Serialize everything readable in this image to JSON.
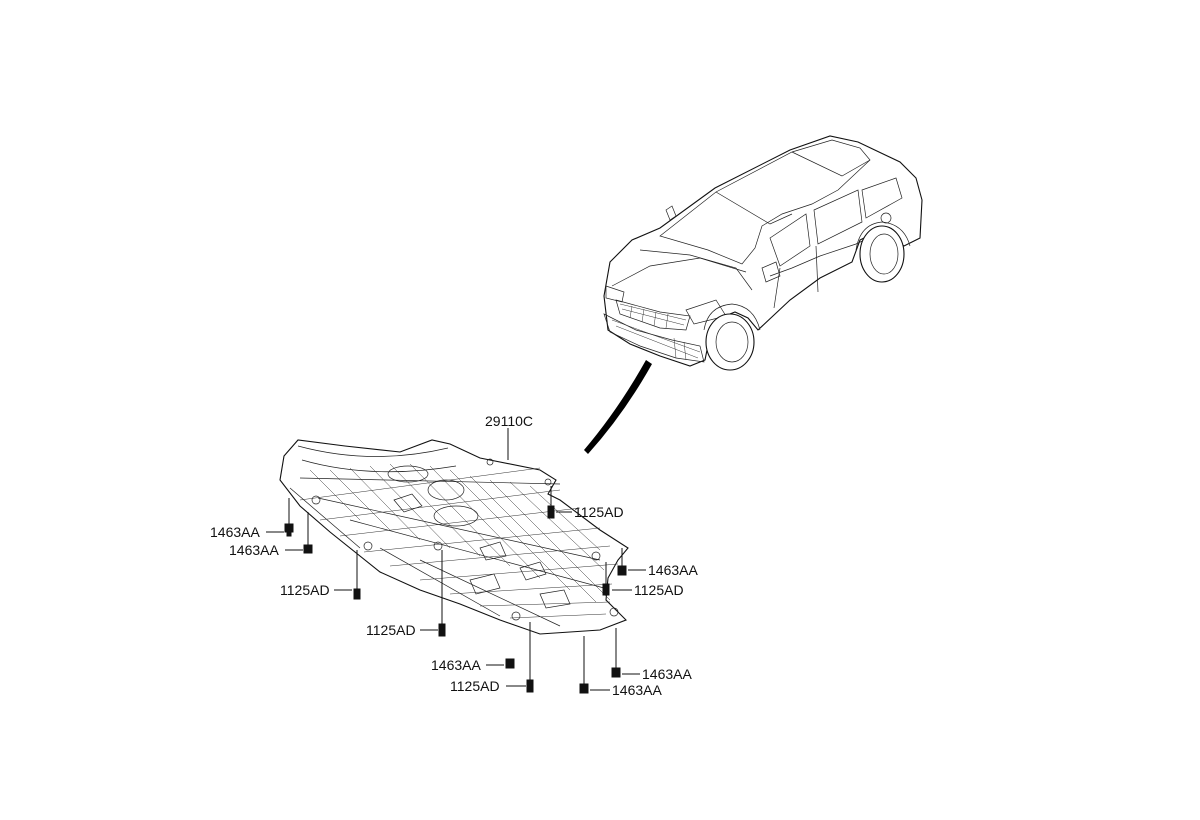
{
  "labels": {
    "main_part": "29110C",
    "l_1463_top_a": "1463AA",
    "l_1463_top_b": "1463AA",
    "l_1125_left": "1125AD",
    "l_1125_mid": "1125AD",
    "l_1463_bottom": "1463AA",
    "l_1125_bottom": "1125AD",
    "l_1125_top_right": "1125AD",
    "l_1463_right": "1463AA",
    "l_1125_right": "1125AD",
    "l_1463_br_a": "1463AA",
    "l_1463_br_b": "1463AA"
  }
}
